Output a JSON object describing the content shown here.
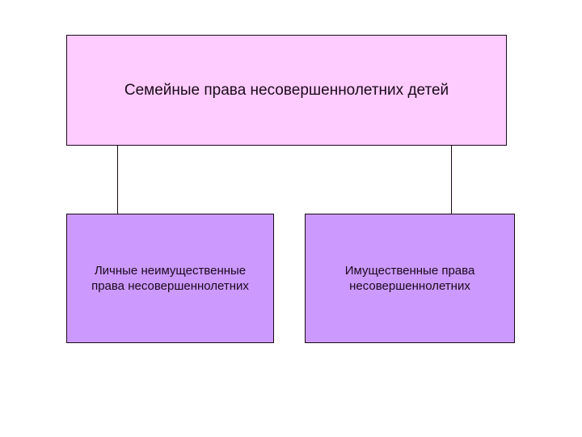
{
  "diagram": {
    "root": {
      "label": "Семейные права несовершеннолетних детей",
      "color": "#ffccff"
    },
    "children": [
      {
        "label": "Личные неимущественные\nправа несовершеннолетних",
        "color": "#cc99ff"
      },
      {
        "label": "Имущественные права\nнесовершеннолетних",
        "color": "#cc99ff"
      }
    ]
  }
}
